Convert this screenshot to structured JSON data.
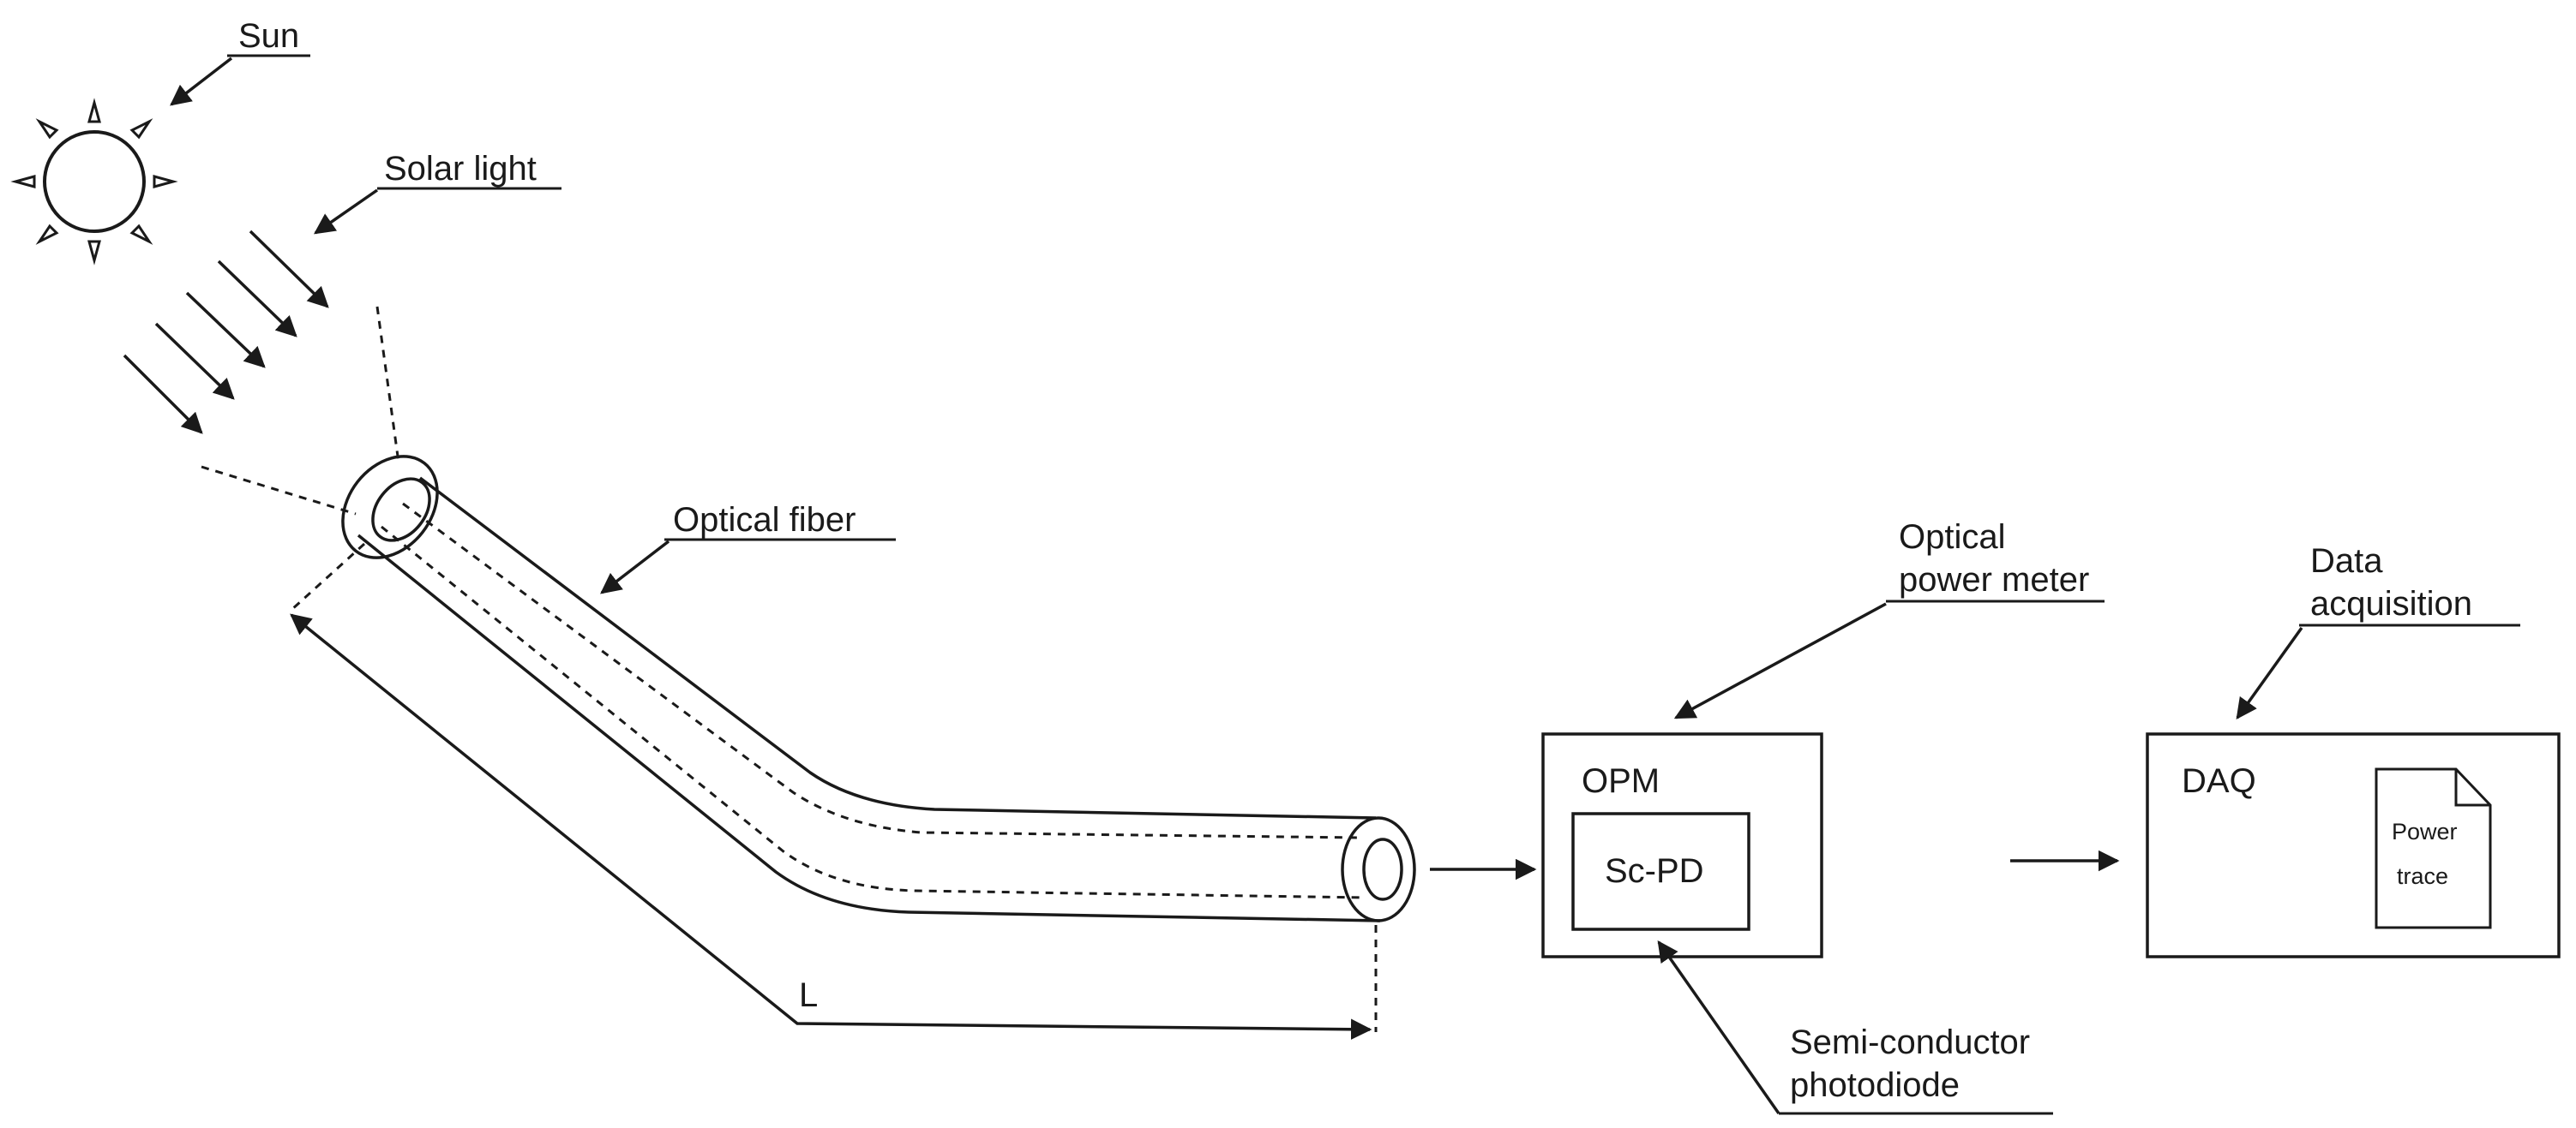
{
  "labels": {
    "sun": "Sun",
    "solar_light": "Solar light",
    "optical_fiber": "Optical fiber",
    "optical_power_meter_line1": "Optical",
    "optical_power_meter_line2": "power meter",
    "data_acquisition_line1": "Data",
    "data_acquisition_line2": "acquisition",
    "semiconductor_line1": "Semi-conductor",
    "semiconductor_line2": "photodiode",
    "length": "L"
  },
  "boxes": {
    "opm": "OPM",
    "sc_pd": "Sc-PD",
    "daq": "DAQ",
    "doc_line1": "Power",
    "doc_line2": "trace"
  },
  "colors": {
    "stroke": "#1a1a1a",
    "background": "#ffffff"
  },
  "icons": {
    "sun": "sun-icon",
    "document": "document-icon"
  }
}
